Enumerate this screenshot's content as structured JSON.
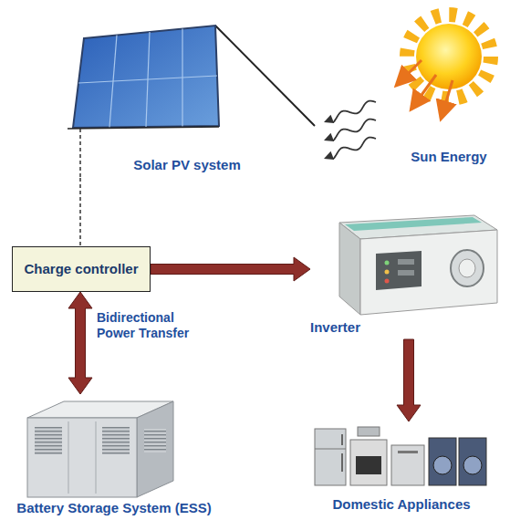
{
  "diagram": {
    "nodes": [
      {
        "text": [
          "Solar PV system"
        ]
      },
      {
        "text": [
          "Sun Energy"
        ]
      },
      {
        "text": [
          "Charge controller"
        ]
      },
      {
        "text": [
          "Inverter"
        ]
      },
      {
        "text": [
          "Battery Storage System (ESS)"
        ]
      },
      {
        "text": [
          "Domestic Appliances"
        ]
      }
    ],
    "edges": [
      {
        "from": 1,
        "to": 0,
        "arrow": "to"
      },
      {
        "from": 0,
        "to": 2,
        "arrow": "none"
      },
      {
        "from": 2,
        "to": 3,
        "arrow": "to"
      },
      {
        "from": 2,
        "to": 4,
        "arrow": "both",
        "label": "Bidirectional Power Transfer"
      },
      {
        "from": 3,
        "to": 5,
        "arrow": "to"
      }
    ]
  }
}
